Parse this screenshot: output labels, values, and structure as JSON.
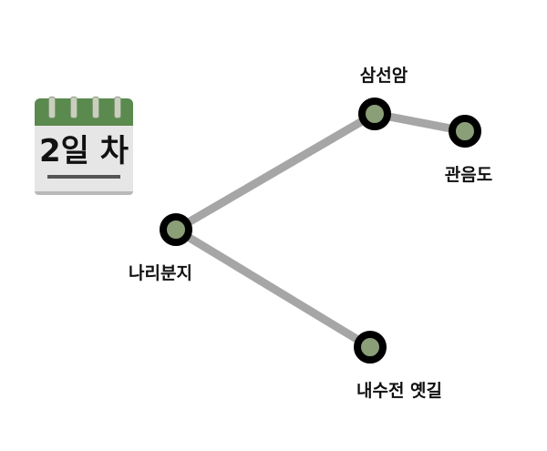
{
  "calendar": {
    "label": "2일 차"
  },
  "nodes": [
    {
      "id": "nari",
      "label": "나리분지"
    },
    {
      "id": "samseon",
      "label": "삼선암"
    },
    {
      "id": "gwaneum",
      "label": "관음도"
    },
    {
      "id": "naesujeon",
      "label": "내수전 옛길"
    }
  ],
  "edges": [
    [
      "nari",
      "samseon"
    ],
    [
      "samseon",
      "gwaneum"
    ],
    [
      "nari",
      "naesujeon"
    ]
  ],
  "colors": {
    "edge": "#a6a6a6",
    "node_ring": "#000000",
    "node_fill": "#8a9e78",
    "calendar_top": "#5a8a4e"
  }
}
